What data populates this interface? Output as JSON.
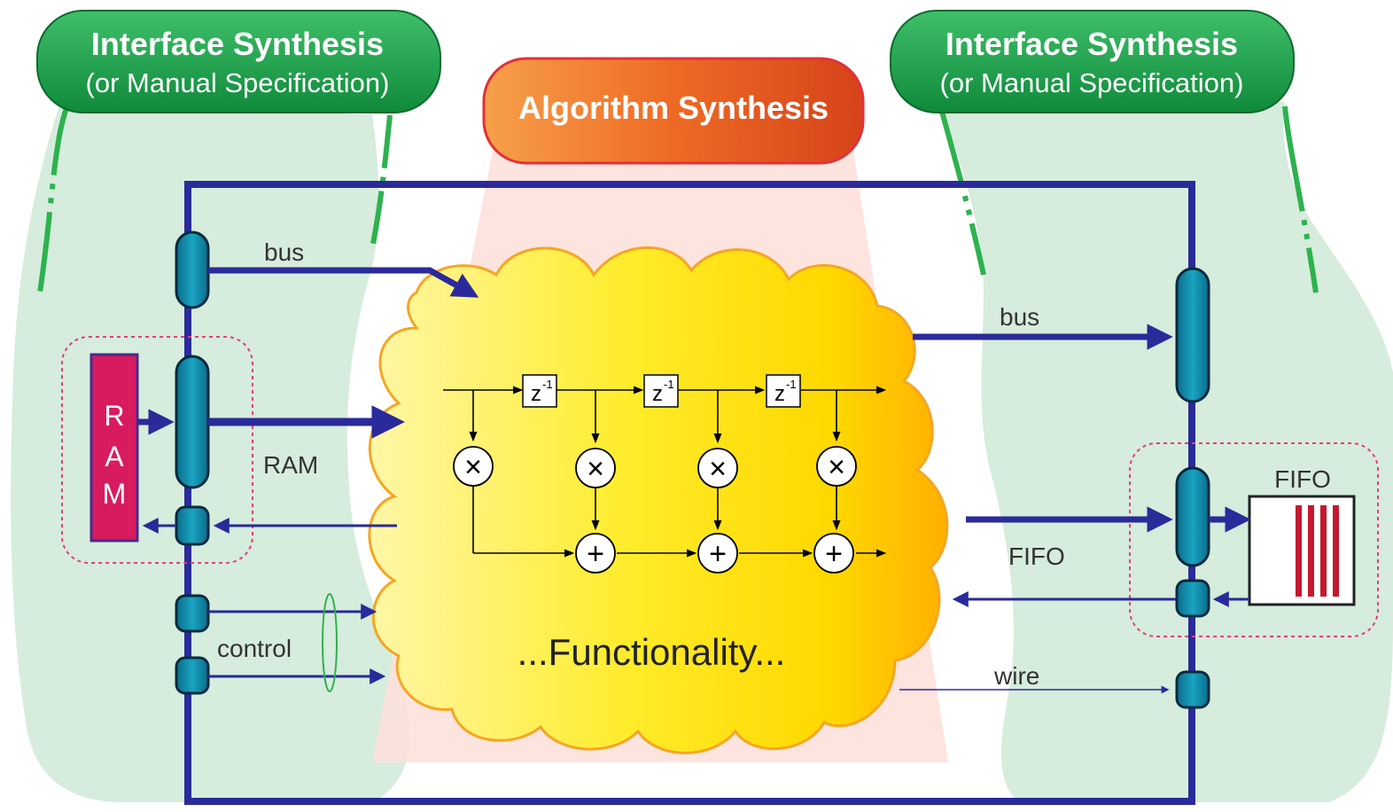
{
  "left_banner": {
    "title": "Interface  Synthesis",
    "subtitle": "(or  Manual  Specification)"
  },
  "right_banner": {
    "title": "Interface  Synthesis",
    "subtitle": "(or  Manual  Specification)"
  },
  "center_banner": {
    "title": "Algorithm  Synthesis"
  },
  "left_labels": {
    "bus": "bus",
    "ram": "RAM",
    "control": "control",
    "ram_letter_1": "R",
    "ram_letter_2": "A",
    "ram_letter_3": "M"
  },
  "right_labels": {
    "bus": "bus",
    "fifo_link": "FIFO",
    "wire": "wire",
    "fifo_block": "FIFO"
  },
  "filter": {
    "delay_symbol": "z",
    "delay_exponent": "-1",
    "multiply_symbol": "×",
    "add_symbol": "+"
  },
  "functionality_label": "...Functionality...",
  "colors": {
    "interface_bg": "#d3ead9",
    "banner_green": "#1a9a46",
    "banner_red": "#e0521a",
    "bus_blue": "#2a2a9a",
    "port_teal": "#0a7f9e",
    "ram_block": "#d81b5f",
    "cloud_yellow": "#ffe100",
    "fifo_stripes": "#c4182e"
  }
}
